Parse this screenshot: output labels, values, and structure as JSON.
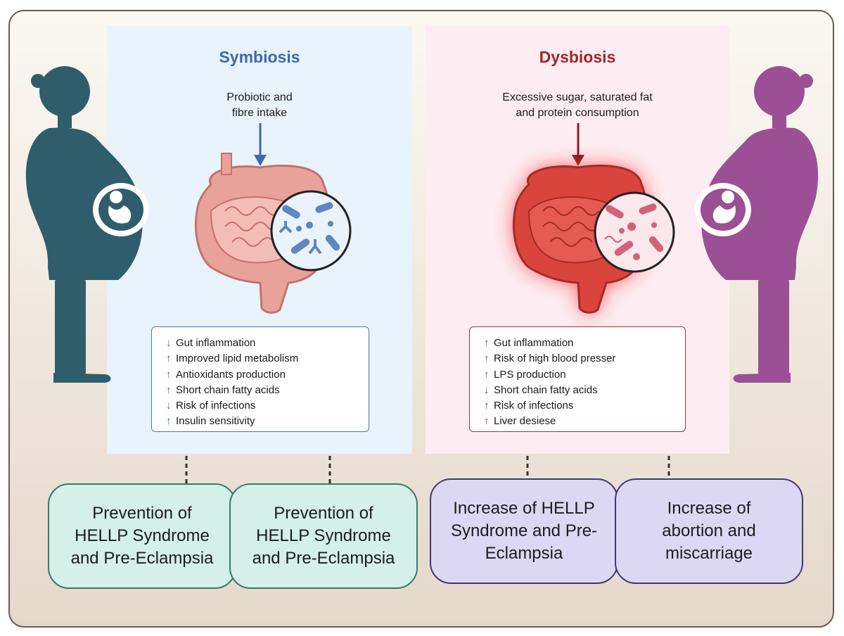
{
  "symbiosis": {
    "title": "Symbiosis",
    "intake_line1": "Probiotic and",
    "intake_line2": "fibre intake",
    "effects": [
      {
        "dir": "↓",
        "text": "Gut inflammation"
      },
      {
        "dir": "↑",
        "text": "Improved lipid metabolism"
      },
      {
        "dir": "↑",
        "text": "Antioxidants production"
      },
      {
        "dir": "↑",
        "text": "Short chain fatty acids"
      },
      {
        "dir": "↓",
        "text": "Risk of infections"
      },
      {
        "dir": "↑",
        "text": "Insulin sensitivity"
      }
    ],
    "outcomes": [
      {
        "line1": "Prevention of",
        "line2": "HELLP Syndrome",
        "line3": "and Pre-Eclampsia"
      },
      {
        "line1": "Prevention of",
        "line2": "HELLP Syndrome",
        "line3": "and Pre-Eclampsia"
      }
    ]
  },
  "dysbiosis": {
    "title": "Dysbiosis",
    "intake_line1": "Excessive sugar, saturated fat",
    "intake_line2": "and protein consumption",
    "effects": [
      {
        "dir": "↑",
        "text": "Gut inflammation"
      },
      {
        "dir": "↑",
        "text": "Risk of high blood presser"
      },
      {
        "dir": "↑",
        "text": "LPS production"
      },
      {
        "dir": "↓",
        "text": "Short chain fatty acids"
      },
      {
        "dir": "↑",
        "text": "Risk of infections"
      },
      {
        "dir": "↑",
        "text": "Liver desiese"
      }
    ],
    "outcomes": [
      {
        "line1": "Increase of HELLP",
        "line2": "Syndrome and Pre-",
        "line3": "Eclampsia"
      },
      {
        "line1": "Increase of",
        "line2": "abortion and",
        "line3": "miscarriage"
      }
    ]
  },
  "colors": {
    "symbiosis_accent": "#3d6aa8",
    "dysbiosis_accent": "#a0282a",
    "left_figure": "#2f5d6c",
    "right_figure": "#9b4f95",
    "green_box": "#d4f0e8",
    "purple_box": "#dcd7f3"
  },
  "icons": [
    "pregnant-woman-icon",
    "intestine-icon",
    "bacteria-magnifier-icon",
    "fetus-icon"
  ]
}
